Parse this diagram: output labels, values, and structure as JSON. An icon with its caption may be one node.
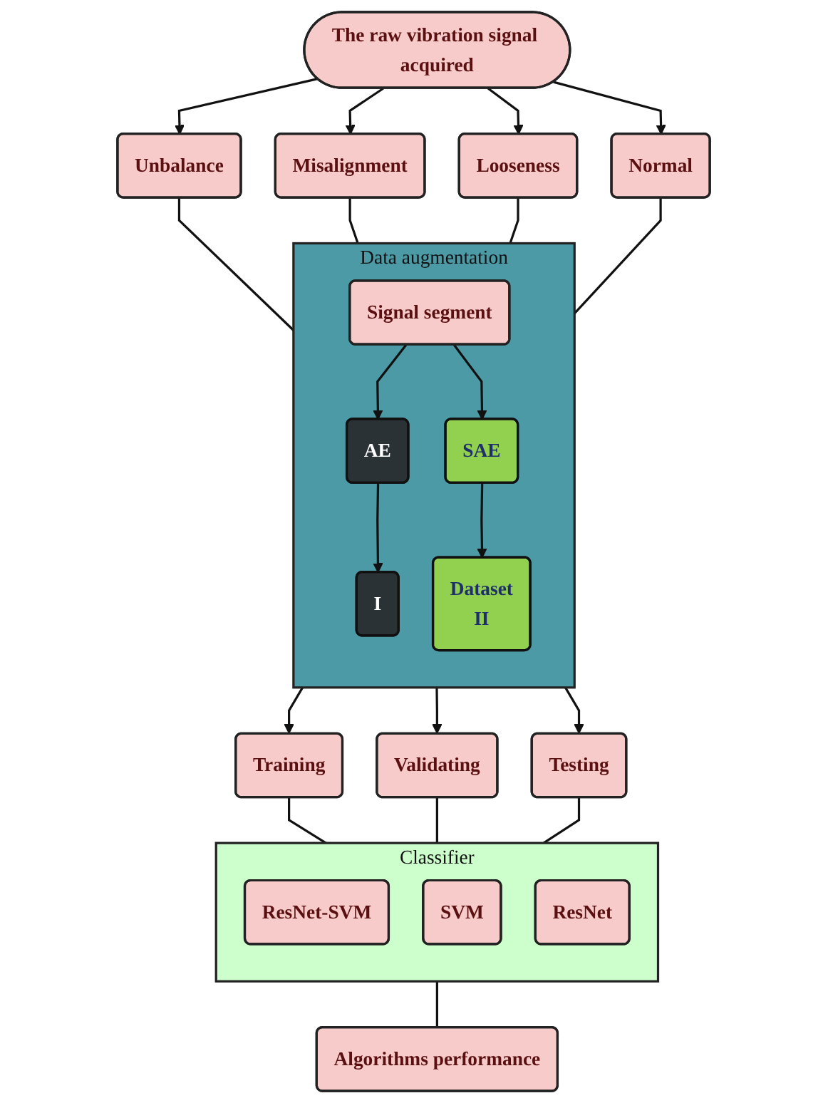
{
  "diagram": {
    "nodes": [
      {
        "text": [
          "The raw vibration signal acquired"
        ]
      },
      {
        "text": [
          "Unbalance"
        ]
      },
      {
        "text": [
          "Misalignment"
        ]
      },
      {
        "text": [
          "Looseness"
        ]
      },
      {
        "text": [
          "Normal"
        ]
      },
      {
        "text": [
          "Data augmentation"
        ]
      },
      {
        "text": [
          "Signal segment"
        ],
        "in": 5
      },
      {
        "text": [
          "AE"
        ],
        "in": 5
      },
      {
        "text": [
          "SAE"
        ],
        "in": 5
      },
      {
        "text": [
          "I"
        ],
        "in": 5
      },
      {
        "text": [
          "Dataset",
          "II"
        ],
        "in": 5
      },
      {
        "text": [
          "Training"
        ]
      },
      {
        "text": [
          "Validating"
        ]
      },
      {
        "text": [
          "Testing"
        ]
      },
      {
        "text": [
          "Classifier"
        ]
      },
      {
        "text": [
          "ResNet-SVM"
        ],
        "in": 14
      },
      {
        "text": [
          "SVM"
        ],
        "in": 14
      },
      {
        "text": [
          "ResNet"
        ],
        "in": 14
      },
      {
        "text": [
          "Algorithms performance"
        ]
      }
    ],
    "edges": [
      {
        "from": 0,
        "to": 1,
        "arrow": "to"
      },
      {
        "from": 0,
        "to": 2,
        "arrow": "to"
      },
      {
        "from": 0,
        "to": 3,
        "arrow": "to"
      },
      {
        "from": 0,
        "to": 4,
        "arrow": "to"
      },
      {
        "from": 1,
        "to": 5,
        "arrow": "none"
      },
      {
        "from": 2,
        "to": 5,
        "arrow": "none"
      },
      {
        "from": 3,
        "to": 5,
        "arrow": "none"
      },
      {
        "from": 4,
        "to": 5,
        "arrow": "none"
      },
      {
        "from": 6,
        "to": 7,
        "arrow": "to"
      },
      {
        "from": 6,
        "to": 8,
        "arrow": "to"
      },
      {
        "from": 7,
        "to": 9,
        "arrow": "to"
      },
      {
        "from": 8,
        "to": 10,
        "arrow": "to"
      },
      {
        "from": 5,
        "to": 11,
        "arrow": "to"
      },
      {
        "from": 5,
        "to": 12,
        "arrow": "to"
      },
      {
        "from": 5,
        "to": 13,
        "arrow": "to"
      },
      {
        "from": 11,
        "to": 14,
        "arrow": "none"
      },
      {
        "from": 12,
        "to": 14,
        "arrow": "none"
      },
      {
        "from": 13,
        "to": 14,
        "arrow": "none"
      },
      {
        "from": 14,
        "to": 18,
        "arrow": "none"
      }
    ]
  }
}
